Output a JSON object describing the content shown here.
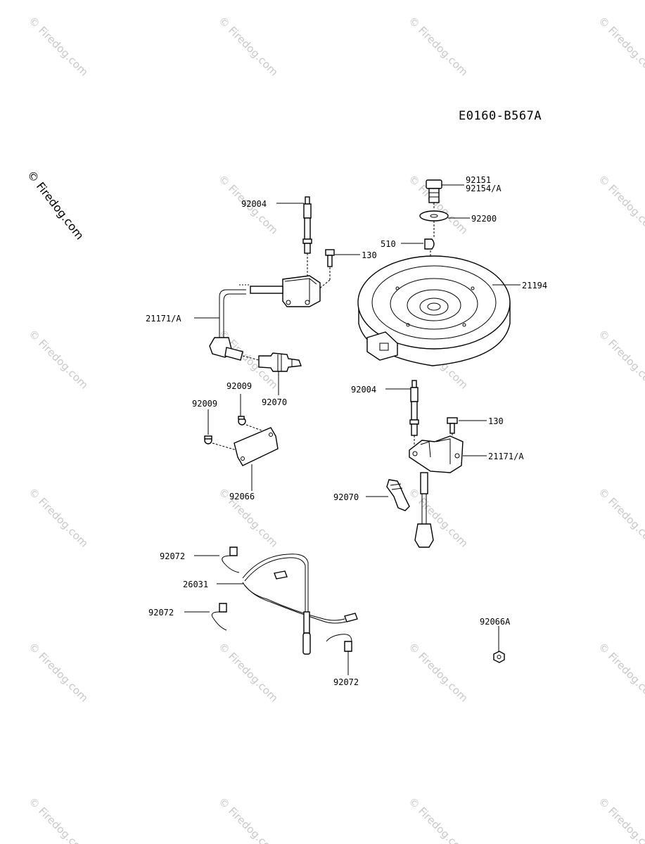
{
  "diagram_code": "E0160-B567A",
  "copyright_text": "© Firedog.com",
  "watermark_text": "© Firedog.com",
  "parts": {
    "p_92004_top": "92004",
    "p_130_top": "130",
    "p_21171a_left": "21171/A",
    "p_92070_left": "92070",
    "p_92009_a": "92009",
    "p_92009_b": "92009",
    "p_92066": "92066",
    "p_92151": "92151",
    "p_92154a": "92154/A",
    "p_92200": "92200",
    "p_510": "510",
    "p_21194": "21194",
    "p_92004_right": "92004",
    "p_130_right": "130",
    "p_21171a_right": "21171/A",
    "p_92070_right": "92070",
    "p_92072_a": "92072",
    "p_26031": "26031",
    "p_92072_b": "92072",
    "p_92072_c": "92072",
    "p_92066a": "92066A"
  }
}
